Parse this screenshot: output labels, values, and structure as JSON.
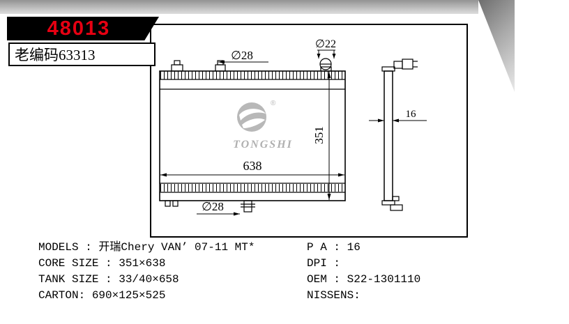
{
  "banner": {
    "part_number": "48013",
    "old_code": "老编码63313"
  },
  "logo": {
    "brand": "TONGSHI",
    "registered_mark": "®"
  },
  "drawing": {
    "dims": {
      "top_inlet_diameter": "∅28",
      "cap_diameter": "∅22",
      "core_height": "351",
      "core_width": "638",
      "bottom_outlet_diameter": "∅28",
      "thickness": "16"
    }
  },
  "specs": {
    "left": [
      "MODELS : 开瑞Chery VAN’ 07-11 MT*",
      "CORE SIZE : 351×638",
      "TANK SIZE : 33/40×658",
      "CARTON:  690×125×525"
    ],
    "right": [
      "P A : 16",
      "DPI :",
      "OEM : S22-1301110",
      "NISSENS:"
    ]
  },
  "colors": {
    "accent_red": "#e60012",
    "banner_black": "#000000",
    "logo_gray": "#b8b8b8"
  }
}
